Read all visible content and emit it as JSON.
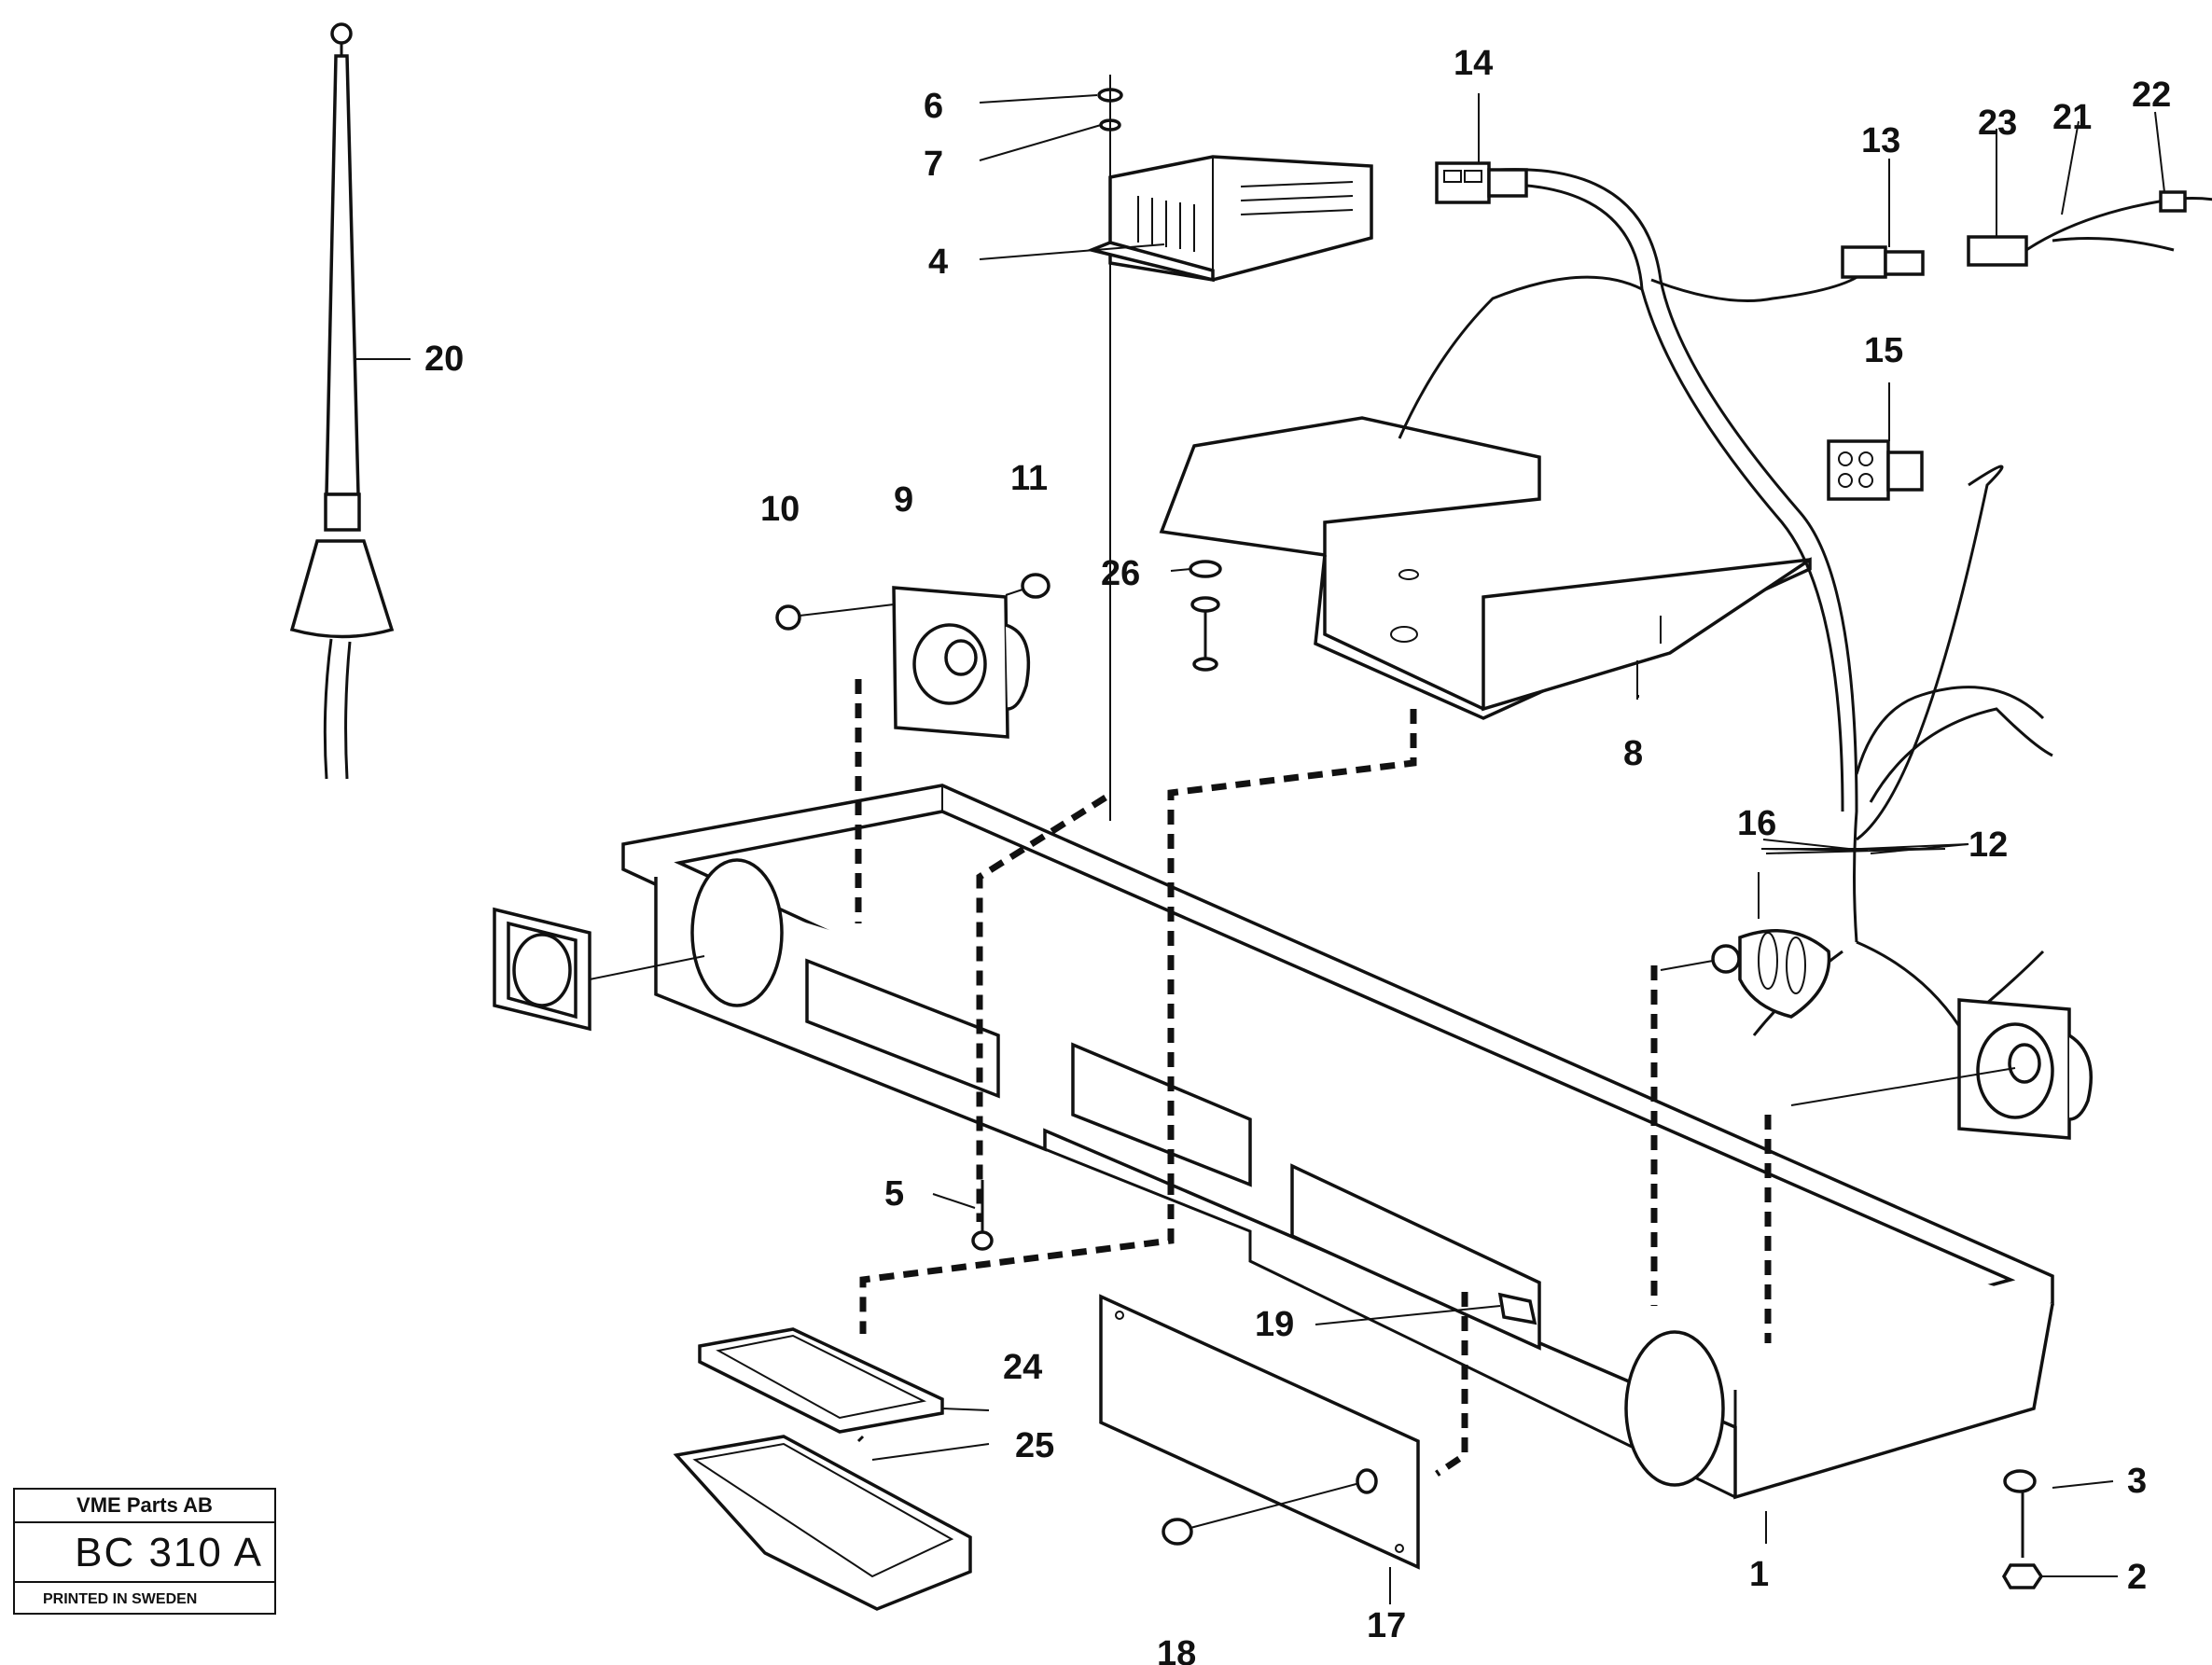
{
  "stamp": {
    "company": "VME Parts AB",
    "code": "BC 310 A",
    "printed": "PRINTED IN SWEDEN"
  },
  "callouts": [
    "1",
    "2",
    "3",
    "4",
    "5",
    "6",
    "7",
    "8",
    "9",
    "10",
    "11",
    "12",
    "13",
    "14",
    "15",
    "16",
    "17",
    "18",
    "19",
    "20",
    "21",
    "22",
    "23",
    "24",
    "25",
    "26"
  ]
}
